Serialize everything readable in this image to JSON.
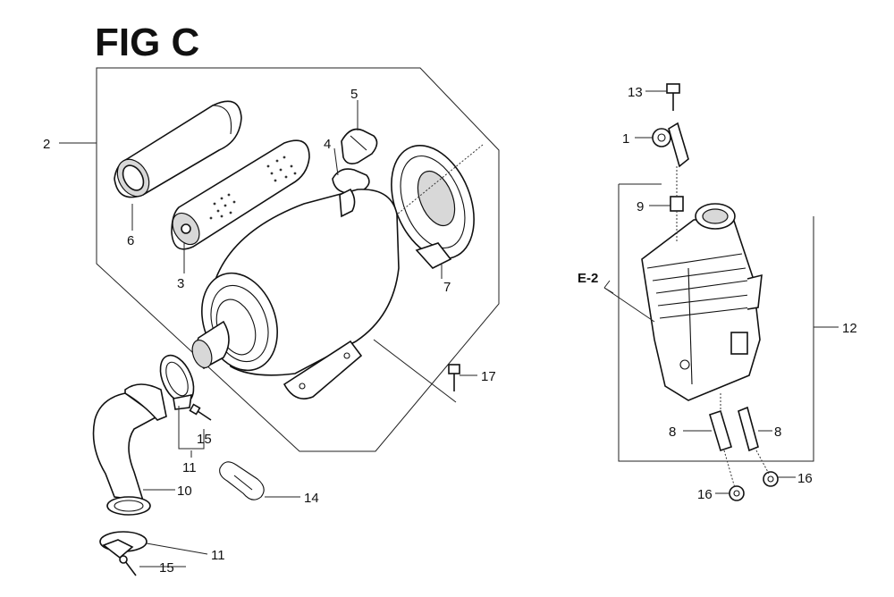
{
  "figure": {
    "title": "FIG C"
  },
  "callouts": {
    "p1": "1",
    "p2": "2",
    "p3": "3",
    "p4": "4",
    "p5": "5",
    "p6": "6",
    "p7": "7",
    "p8a": "8",
    "p8b": "8",
    "p9": "9",
    "p10": "10",
    "p11a": "11",
    "p11b": "11",
    "p12": "12",
    "p13": "13",
    "p14": "14",
    "p15a": "15",
    "p15b": "15",
    "p16a": "16",
    "p16b": "16",
    "p17": "17",
    "ref": "E-2"
  }
}
